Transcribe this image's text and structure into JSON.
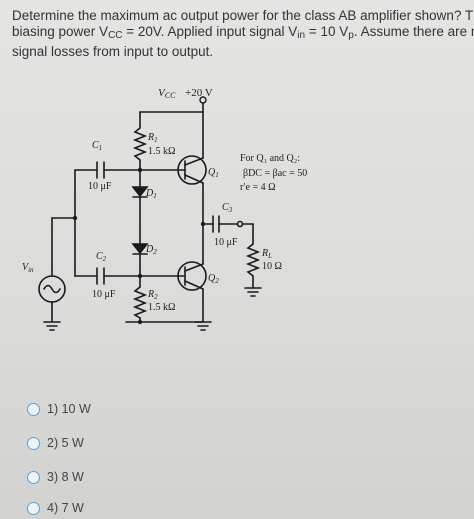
{
  "question": {
    "line1": "Determine the maximum ac output power for the class AB amplifier shown? The",
    "line2_part1": "biasing power V",
    "line2_sub1": "CC",
    "line2_part2": " = 20V. Applied input signal V",
    "line2_sub2": "in",
    "line2_part3": " = 10 V",
    "line2_sub3": "p",
    "line2_part4": ". Assume there are no",
    "line3": "signal losses from input to output."
  },
  "circuit": {
    "vcc_label": "V",
    "vcc_sub": "CC",
    "vcc_value": "+20 V",
    "r1_name": "R",
    "r1_sub": "1",
    "r1_value": "1.5 kΩ",
    "c1_name": "C",
    "c1_sub": "1",
    "c1_value": "10 μF",
    "d1_name": "D",
    "d1_sub": "1",
    "d2_name": "D",
    "d2_sub": "2",
    "q1_name": "Q",
    "q1_sub": "1",
    "q2_name": "Q",
    "q2_sub": "2",
    "c2_name": "C",
    "c2_sub": "2",
    "c2_value": "10 μF",
    "r2_name": "R",
    "r2_sub": "2",
    "r2_value": "1.5 kΩ",
    "c3_name": "C",
    "c3_sub": "3",
    "c3_value": "10 μF",
    "rl_name": "R",
    "rl_sub": "L",
    "rl_value": "10 Ω",
    "vin_label": "V",
    "vin_sub": "in",
    "spec_line1": "For Q₁ and Q₂:",
    "spec_line2": "βDC = βac = 50",
    "spec_line3": "r′e = 4 Ω"
  },
  "options": [
    {
      "label": "1) 10 W"
    },
    {
      "label": "2) 5 W"
    },
    {
      "label": "3) 8 W"
    },
    {
      "label": "4) 7 W"
    }
  ]
}
